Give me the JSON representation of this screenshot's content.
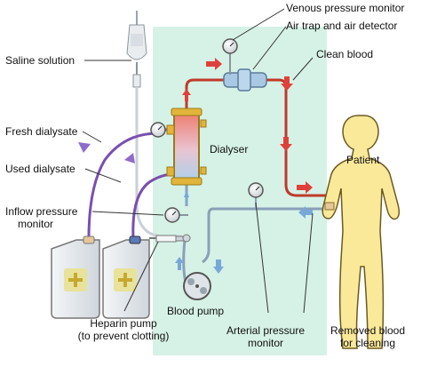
{
  "labels": {
    "venous_pressure_monitor": "Venous pressure monitor",
    "air_trap_and_air_detector": "Air trap and air detector",
    "clean_blood": "Clean blood",
    "saline_solution": "Saline solution",
    "fresh_dialysate": "Fresh dialysate",
    "used_dialysate": "Used dialysate",
    "dialyser": "Dialyser",
    "patient": "Patient",
    "inflow_pressure_monitor_line1": "Inflow pressure",
    "inflow_pressure_monitor_line2": "monitor",
    "blood_pump": "Blood pump",
    "heparin_pump_line1": "Heparin pump",
    "heparin_pump_line2": "(to prevent clotting)",
    "arterial_pressure_monitor_line1": "Arterial pressure",
    "arterial_pressure_monitor_line2": "monitor",
    "removed_blood_line1": "Removed blood",
    "removed_blood_line2": "for cleaning"
  },
  "colors": {
    "machine_panel": "#d6f2e6",
    "clean_blood_line": "#c0392b",
    "removed_blood_line": "#8aa0b8",
    "dialysate_line": "#7a4fb0",
    "patient_skin": "#fbe99a",
    "arrow_red": "#e0403a",
    "arrow_blue": "#78a8d8",
    "label_pointer": "#333333"
  },
  "icons": {
    "saline_bag": "saline-bag-icon",
    "dialysate_containers": "jerrycan-icon",
    "pressure_gauges": "pressure-gauge-icon",
    "blood_pump": "roller-pump-icon",
    "syringe": "syringe-icon",
    "patient": "human-figure-icon"
  }
}
